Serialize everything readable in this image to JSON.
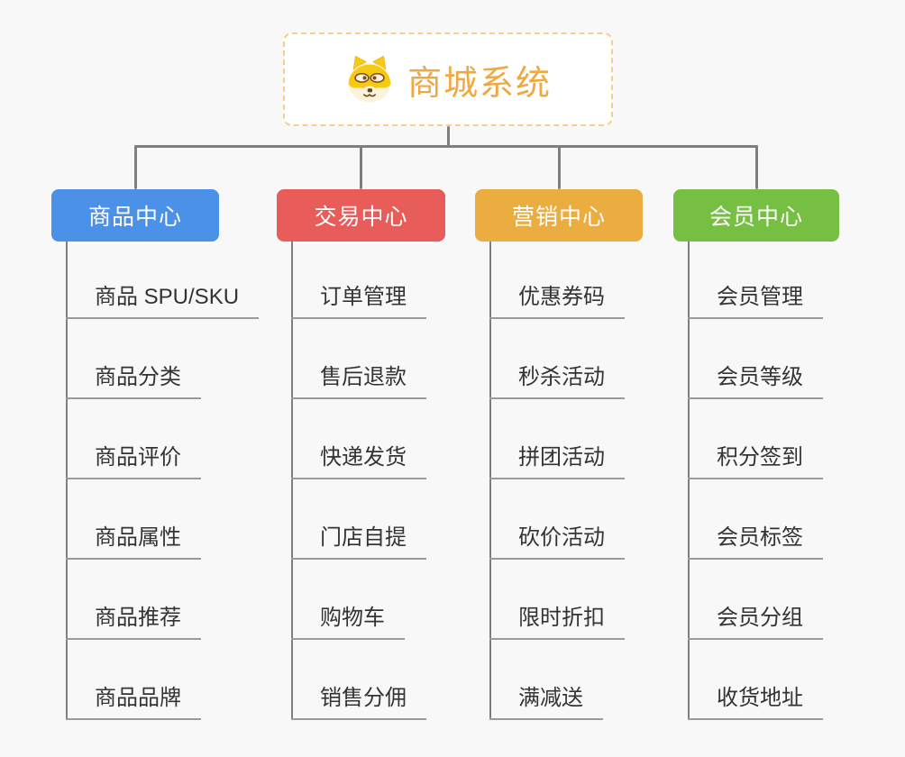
{
  "root": {
    "title": "商城系统",
    "icon": "dog-face-icon"
  },
  "branches": [
    {
      "label": "商品中心",
      "color": "#4B91E8",
      "children": [
        "商品 SPU/SKU",
        "商品分类",
        "商品评价",
        "商品属性",
        "商品推荐",
        "商品品牌"
      ]
    },
    {
      "label": "交易中心",
      "color": "#E85C5A",
      "children": [
        "订单管理",
        "售后退款",
        "快递发货",
        "门店自提",
        "购物车",
        "销售分佣"
      ]
    },
    {
      "label": "营销中心",
      "color": "#ECAD40",
      "children": [
        "优惠券码",
        "秒杀活动",
        "拼团活动",
        "砍价活动",
        "限时折扣",
        "满减送"
      ]
    },
    {
      "label": "会员中心",
      "color": "#76BF43",
      "children": [
        "会员管理",
        "会员等级",
        "积分签到",
        "会员标签",
        "会员分组",
        "收货地址"
      ]
    }
  ],
  "colors": {
    "bg": "#F8F8F8",
    "root-text": "#EFA943",
    "root-border": "#F6CE8E",
    "connector": "#7F7F7F",
    "underline": "#9A9A9A",
    "item-text": "#333333"
  }
}
